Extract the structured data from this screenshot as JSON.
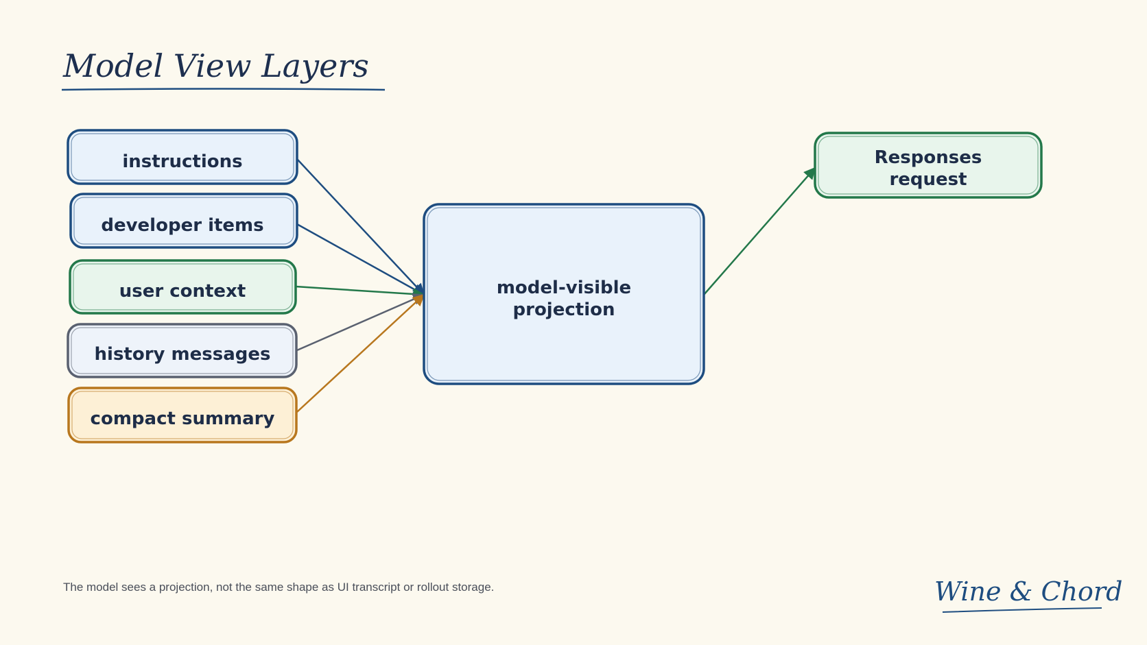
{
  "title": "Model View Layers",
  "caption": "The model sees a projection, not the same shape as UI transcript or rollout storage.",
  "brand": "Wine & Chord",
  "colors": {
    "background": "#fcf9ef",
    "blue_stroke": "#1e4d80",
    "blue_fill": "#e9f2fb",
    "green_stroke": "#23784a",
    "green_fill": "#e8f5ec",
    "gray_stroke": "#5a6170",
    "gray_fill": "#eef3fa",
    "orange_stroke": "#b8771e",
    "orange_fill": "#fdf0d6",
    "text": "#1e2d48"
  },
  "nodes": {
    "instructions": {
      "lines": [
        "instructions"
      ],
      "color": "blue"
    },
    "developer_items": {
      "lines": [
        "developer items"
      ],
      "color": "blue"
    },
    "user_context": {
      "lines": [
        "user context"
      ],
      "color": "green"
    },
    "history_messages": {
      "lines": [
        "history messages"
      ],
      "color": "gray"
    },
    "compact_summary": {
      "lines": [
        "compact summary"
      ],
      "color": "orange"
    },
    "projection": {
      "lines": [
        "model-visible",
        "projection"
      ],
      "color": "blue"
    },
    "responses_request": {
      "lines": [
        "Responses",
        "request"
      ],
      "color": "green"
    }
  },
  "edges": [
    {
      "from": "instructions",
      "to": "projection",
      "color": "blue"
    },
    {
      "from": "developer_items",
      "to": "projection",
      "color": "blue"
    },
    {
      "from": "user_context",
      "to": "projection",
      "color": "green"
    },
    {
      "from": "history_messages",
      "to": "projection",
      "color": "gray"
    },
    {
      "from": "compact_summary",
      "to": "projection",
      "color": "orange"
    },
    {
      "from": "projection",
      "to": "responses_request",
      "color": "green"
    }
  ]
}
